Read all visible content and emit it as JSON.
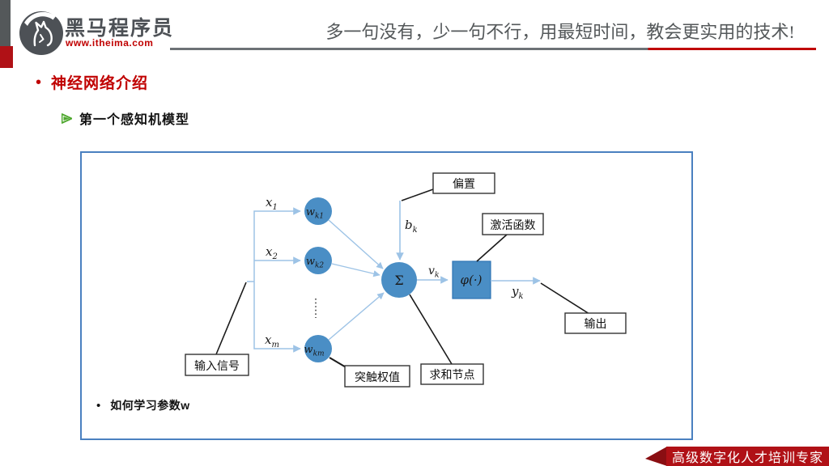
{
  "brand": {
    "name": "黑马程序员",
    "website": "www.itheima.com"
  },
  "header": {
    "slogan": "多一句没有，少一句不行，用最短时间，教会更实用的技术!"
  },
  "slide": {
    "section_title": "神经网络介绍",
    "subsection_title": "第一个感知机模型",
    "note": "如何学习参数w",
    "bullet_char": "•"
  },
  "diagram": {
    "inputs": [
      {
        "v": "x",
        "s": "1"
      },
      {
        "v": "x",
        "s": "2"
      },
      {
        "v": "x",
        "s": "m"
      }
    ],
    "weights": [
      {
        "v": "w",
        "s": "k1"
      },
      {
        "v": "w",
        "s": "k2"
      },
      {
        "v": "w",
        "s": "km"
      }
    ],
    "sum_symbol": "Σ",
    "bias": {
      "v": "b",
      "s": "k"
    },
    "local_field": {
      "v": "v",
      "s": "k"
    },
    "activation_symbol": "φ(·)",
    "output_signal": {
      "v": "y",
      "s": "k"
    },
    "callouts": {
      "bias": "偏置",
      "activation": "激活函数",
      "output": "输出",
      "sum": "求和节点",
      "weights": "突触权值",
      "inputs": "输入信号"
    }
  },
  "footer": {
    "banner": "高级数字化人才培训专家"
  },
  "colors": {
    "brand_red": "#c00000",
    "banner_red": "#b01116",
    "dark_gray": "#54585a",
    "node_blue": "#4a8ec5",
    "arrow_blue": "#9dc3e6",
    "frame_blue": "#4a80c0",
    "green_arrow": "#4ea72e"
  }
}
